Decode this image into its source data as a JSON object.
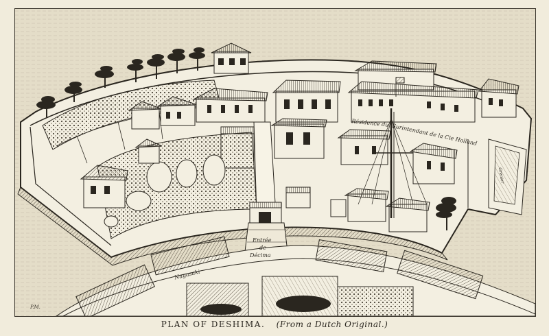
{
  "labels": {
    "residence_line1": "Résidence du",
    "residence_line2": "Surintendant de la Cie Holland",
    "entree_line1": "Entrée",
    "entree_line2": "de",
    "entree_line3": "Décima",
    "nagasaki": "Nagasaki",
    "small_right": "Grenier"
  },
  "caption": {
    "title": "PLAN OF DESHIMA.",
    "source": "(From a Dutch Original.)"
  },
  "signature": "P.M.",
  "colors": {
    "paper": "#ece6d3",
    "ink": "#2a261f",
    "shade": "#7b7262",
    "water": "#ddd5c0"
  }
}
